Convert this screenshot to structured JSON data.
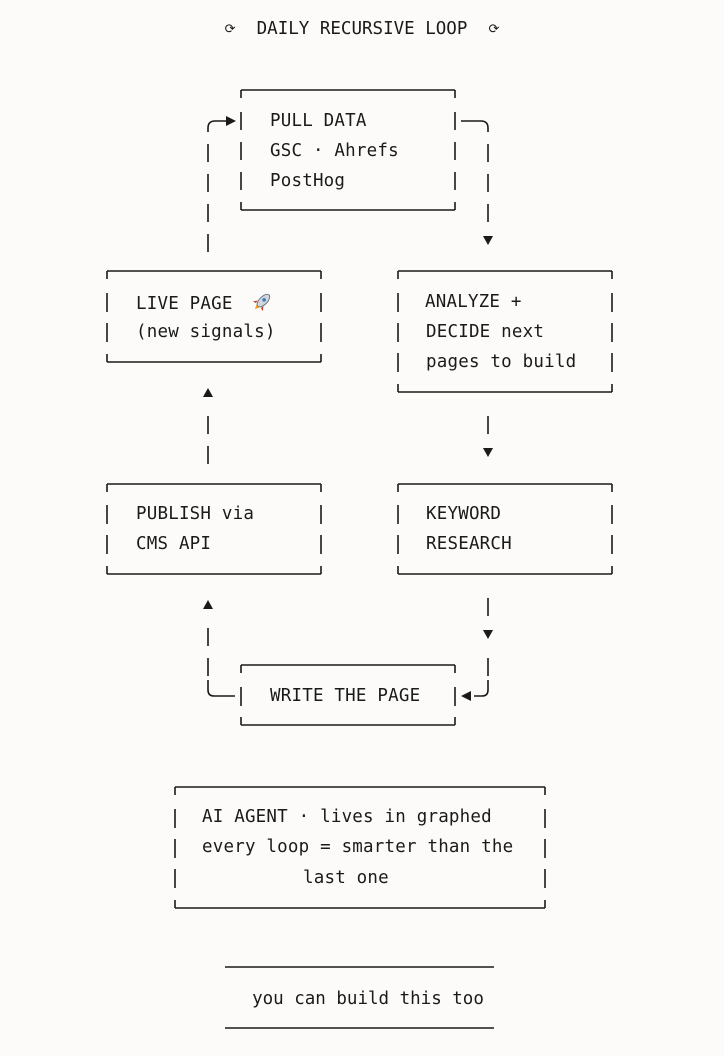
{
  "header": {
    "loop_icon_left": "⟳",
    "title": "DAILY RECURSIVE LOOP",
    "loop_icon_right": "⟳"
  },
  "nodes": {
    "pull_data": {
      "line1": "PULL DATA",
      "line2": "GSC · Ahrefs",
      "line3": "PostHog"
    },
    "analyze": {
      "line1": "ANALYZE +",
      "line2": "DECIDE next",
      "line3": "pages to build"
    },
    "keyword": {
      "line1": "KEYWORD",
      "line2": "RESEARCH"
    },
    "write": {
      "line1": "WRITE THE PAGE"
    },
    "publish": {
      "line1": "PUBLISH via",
      "line2": "CMS API"
    },
    "live": {
      "line1": "LIVE PAGE",
      "icon": "rocket-icon",
      "line2": "(new signals)"
    }
  },
  "agent": {
    "line1": "AI AGENT · lives in graphed",
    "line2": "every loop = smarter than the",
    "line3": "last one"
  },
  "cta": {
    "text": "you can build this too"
  },
  "colors": {
    "background": "#fcfbfa",
    "ink": "#1a1a1a"
  }
}
